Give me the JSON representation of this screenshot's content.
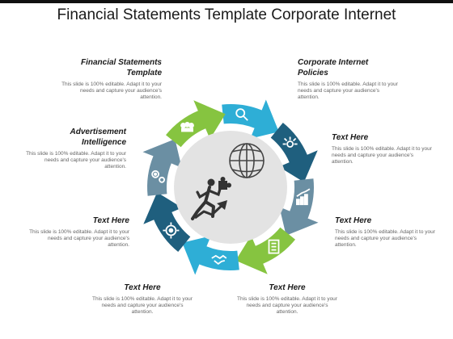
{
  "title": "Financial Statements Template Corporate Internet",
  "blocks": [
    {
      "heading": "Financial Statements Template",
      "body": "This slide is 100% editable. Adapt it to your needs and capture your audience's attention."
    },
    {
      "heading": "Corporate Internet Policies",
      "body": "This slide is 100% editable. Adapt it to your needs and capture your audience's attention."
    },
    {
      "heading": "Advertisement Intelligence",
      "body": "This slide is 100% editable. Adapt it to your needs and capture your audience's attention."
    },
    {
      "heading": "Text Here",
      "body": "This slide is 100% editable. Adapt it to your needs and capture your audience's attention."
    },
    {
      "heading": "Text Here",
      "body": "This slide is 100% editable. Adapt it to your needs and capture your audience's attention."
    },
    {
      "heading": "Text Here",
      "body": "This slide is 100% editable. Adapt it to your needs and capture your audience's attention."
    },
    {
      "heading": "Text Here",
      "body": "This slide is 100% editable. Adapt it to your needs and capture your audience's attention."
    },
    {
      "heading": "Text Here",
      "body": "This slide is 100% editable. Adapt it to your needs and capture your audience's attention."
    }
  ],
  "segments": [
    {
      "color": "#2eaed6",
      "icon": "search-icon"
    },
    {
      "color": "#1f5f7e",
      "icon": "idea-network-icon"
    },
    {
      "color": "#6b8fa3",
      "icon": "growth-chart-icon"
    },
    {
      "color": "#86c440",
      "icon": "document-icon"
    },
    {
      "color": "#2eaed6",
      "icon": "handshake-icon"
    },
    {
      "color": "#1f5f7e",
      "icon": "target-icon"
    },
    {
      "color": "#6b8fa3",
      "icon": "gears-icon"
    },
    {
      "color": "#86c440",
      "icon": "team-icon"
    }
  ],
  "center": {
    "color": "#e3e3e3",
    "icons": [
      "globe-icon",
      "runner-puzzle-icon"
    ]
  }
}
